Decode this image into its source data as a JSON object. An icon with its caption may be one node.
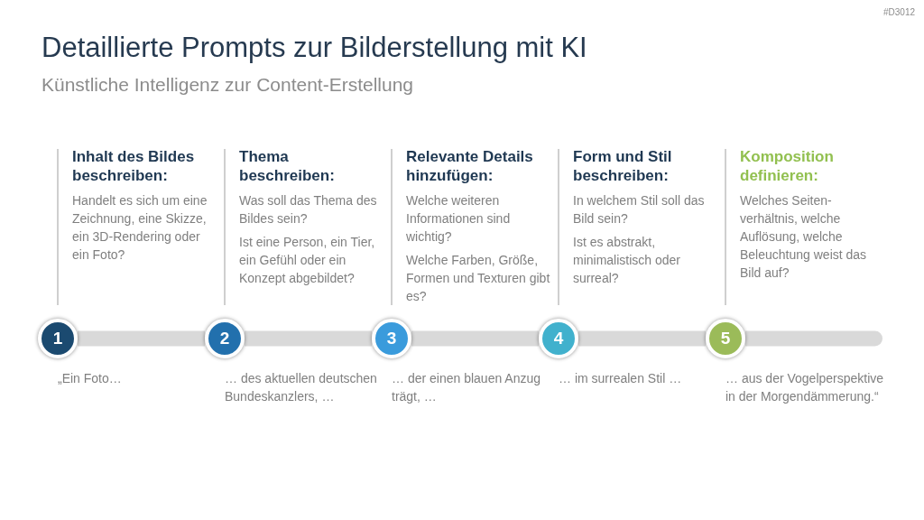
{
  "diagram": {
    "title": "Detaillierte Prompts zur Bilderstellung mit KI",
    "nodes": [
      {
        "text": [
          "1"
        ],
        "beside": [
          "Inhalt des Bildes beschreiben:",
          "Handelt es sich um eine Zeichnung, eine Skizze, ein 3D-Rendering oder ein Foto?",
          "„Ein Foto…"
        ]
      },
      {
        "text": [
          "2"
        ],
        "beside": [
          "Thema beschreiben:",
          "Was soll das Thema des Bildes sein?",
          "Ist eine Person, ein Tier, ein Gefühl oder ein Konzept abgebildet?",
          "… des aktuellen deutschen Bundeskanzlers, …"
        ]
      },
      {
        "text": [
          "3"
        ],
        "beside": [
          "Relevante Details hinzufügen:",
          "Welche weiteren Informationen sind wichtig?",
          "Welche Farben, Größe, Formen und Texturen gibt es?",
          "… der einen blauen Anzug trägt, …"
        ]
      },
      {
        "text": [
          "4"
        ],
        "beside": [
          "Form und Stil beschreiben:",
          "In welchem Stil soll das Bild sein?",
          "Ist es abstrakt, minimalistisch oder surreal?",
          "… im surrealen Stil …"
        ]
      },
      {
        "text": [
          "5"
        ],
        "beside": [
          "Komposition definieren:",
          "Welches Seiten-verhältnis, welche Auflösung, welche Beleuchtung weist das Bild auf?",
          "… aus der Vogelperspektive in der Morgendämmerung.“"
        ]
      }
    ],
    "edges": [
      {
        "from": 0,
        "to": 1,
        "arrow": "none"
      },
      {
        "from": 1,
        "to": 2,
        "arrow": "none"
      },
      {
        "from": 2,
        "to": 3,
        "arrow": "none"
      },
      {
        "from": 3,
        "to": 4,
        "arrow": "none"
      },
      {
        "from": 4,
        "to": null,
        "arrow": "none"
      }
    ],
    "labels": [
      "#D3012",
      "Künstliche Intelligenz zur Content-Erstellung"
    ]
  }
}
